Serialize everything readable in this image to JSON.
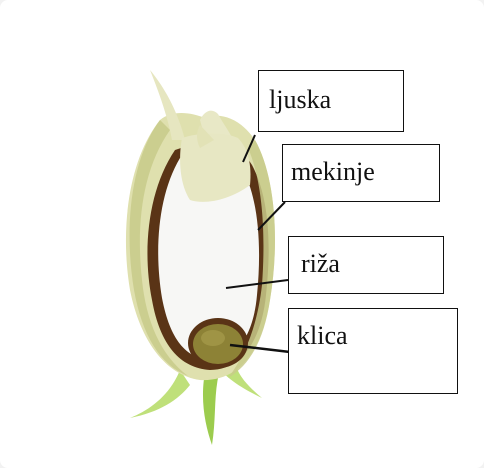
{
  "diagram": {
    "labels": {
      "ljuska": "ljuska",
      "mekinje": "mekinje",
      "riza": "riža",
      "klica": "klica"
    },
    "colors": {
      "husk": "#e2e1b6",
      "husk_shadow": "#c9cb8e",
      "stem": "#a6d25a",
      "bran": "#5a3416",
      "endosperm": "#f8f8f6",
      "germ": "#8d8236",
      "line": "#111111"
    }
  }
}
